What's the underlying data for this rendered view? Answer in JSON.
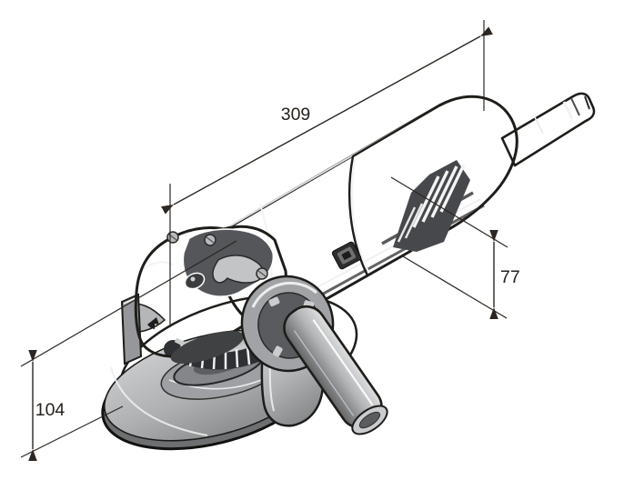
{
  "figure": {
    "background_color": "#ffffff",
    "line_color": "#2b2622",
    "illustration": {
      "subject": "angle grinder with grinding disc, guard and side handle",
      "style": "grayscale isometric technical illustration",
      "colors": {
        "light_body_gray": "#b0b2b4",
        "dark_housing_gray": "#55575a",
        "outline_black": "#1f1d1a"
      }
    },
    "dimensions": {
      "overall_length": {
        "label": "309"
      },
      "body_height": {
        "label": "77"
      },
      "head_height": {
        "label": "104"
      }
    }
  }
}
